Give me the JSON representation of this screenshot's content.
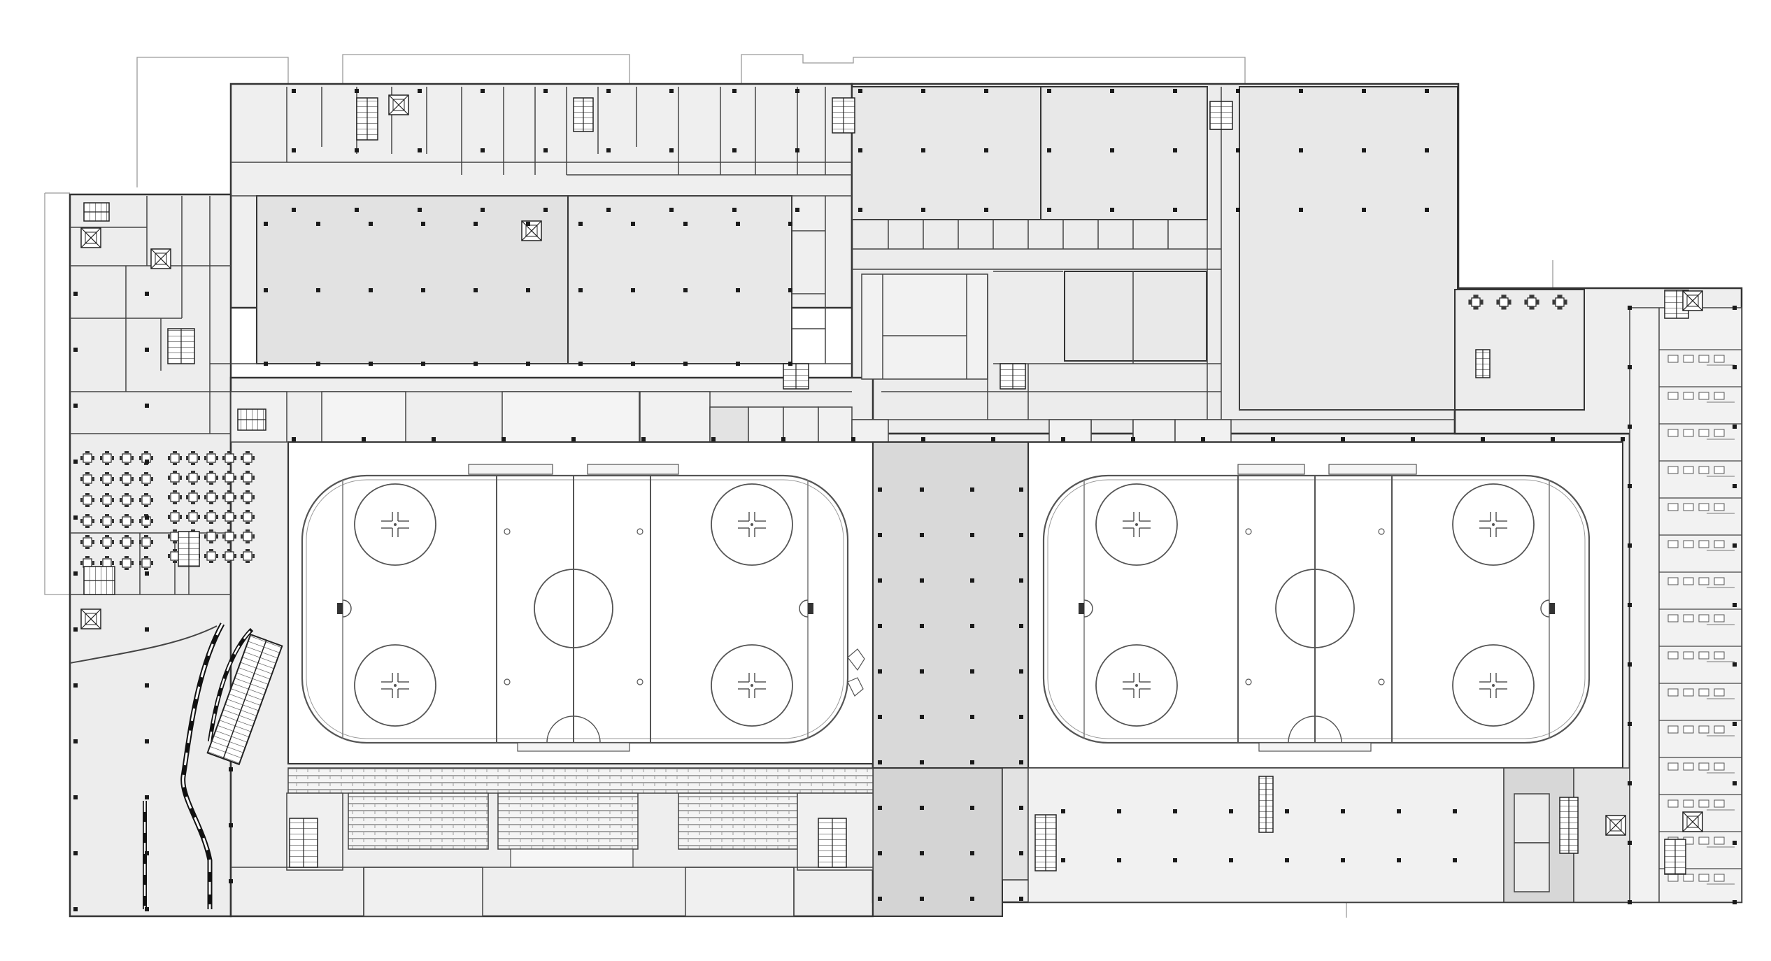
{
  "drawing": {
    "type": "architectural floor plan",
    "colors": {
      "background": "#ffffff",
      "line": "#3a3a3a",
      "light_line": "#8a8a8a",
      "floor_fill": "#eeeeee",
      "dark_fill": "#d6d6d6",
      "rink_fill": "#ffffff",
      "column": "#1a1a1a"
    },
    "rinks": [
      {
        "name": "rink-west"
      },
      {
        "name": "rink-east"
      }
    ],
    "icons": [
      "stair-icon",
      "elevator-icon",
      "column-icon",
      "seating-icon",
      "faceoff-circle-icon",
      "goal-crease-icon"
    ]
  }
}
